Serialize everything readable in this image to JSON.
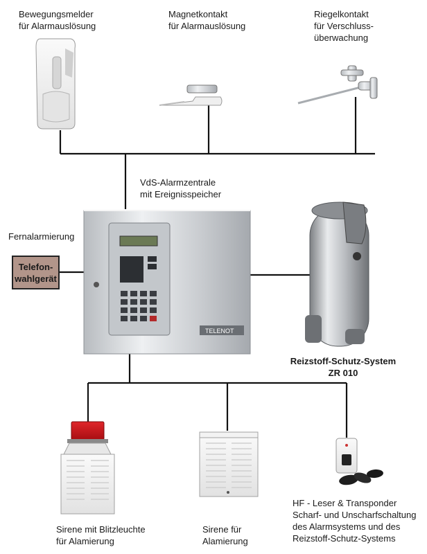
{
  "labels": {
    "motion": "Bewegungsmelder\nfür Alarmauslösung",
    "magnet": "Magnetkontakt\nfür Alarmauslösung",
    "bolt": "Riegelkontakt\nfür Verschluss-\nüberwachung",
    "central": "VdS-Alarmzentrale\nmit Ereignisspeicher",
    "remote": "Fernalarmierung",
    "phone": "Telefon-\nwahlgerät",
    "irritant": "Reizstoff-Schutz-System\nZR 010",
    "siren_flash": "Sirene mit Blitzleuchte\nfür Alamierung",
    "siren": "Sirene für\nAlamierung",
    "hf": "HF - Leser & Transponder\nScharf- und Unscharfschaltung\ndes Alarmsystems und des\nReizstoff-Schutz-Systems"
  },
  "central_unit": {
    "brand": "TELENOT"
  }
}
